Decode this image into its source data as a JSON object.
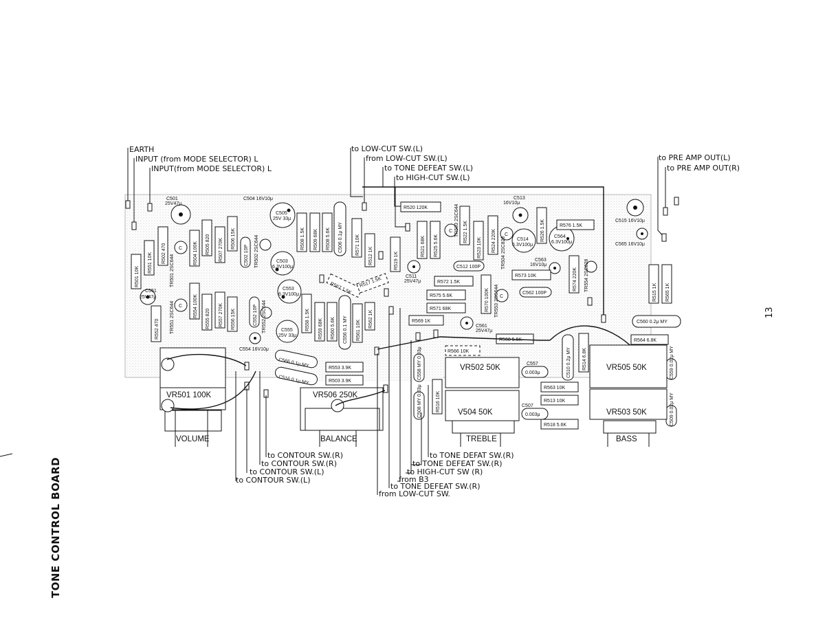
{
  "page": {
    "title": "TONE CONTROL BOARD",
    "page_number": "13"
  },
  "top_labels": {
    "earth": "EARTH",
    "input_l1": "INPUT (from MODE SELECTOR) L",
    "input_l2": "INPUT(from MODE SELECTOR) L",
    "low_cut_out": "to LOW-CUT SW.(L)",
    "low_cut_in": "from LOW-CUT SW.(L)",
    "tone_defeat": "to TONE DEFEAT SW.(L)",
    "high_cut": "to HIGH-CUT SW.(L)",
    "pre_amp_l": "to PRE AMP OUT(L)",
    "pre_amp_r": "to PRE AMP OUT(R)"
  },
  "bottom_labels": {
    "contour_r1": "to CONTOUR SW.(R)",
    "contour_r2": "to CONTOUR SW.(R)",
    "contour_l1": "to CONTOUR SW.(L)",
    "contour_l2": "to CONTOUR SW.(L)",
    "tone_defat_r": "to TONE DEFAT SW.(R)",
    "tone_defeat_r1": "to TONE DEFEAT SW.(R)",
    "high_cut_r": "to HIGH-CUT SW (R)",
    "from_b3": "from B3",
    "tone_defeat_r2": "to TONE DEFEAT SW.(R)",
    "from_low_cut": "from LOW-CUT SW."
  },
  "controls": {
    "vr501": "VR501 100K",
    "volume": "VOLUME",
    "vr506": "VR506 250K",
    "balance": "BALANCE",
    "vr502": "VR502 50K",
    "v504": "V504 50K",
    "treble": "TREBLE",
    "vr505": "VR505 50K",
    "vr503": "VR503 50K",
    "bass": "BASS"
  },
  "components": {
    "c501": "C501",
    "c501v": "25V47μ",
    "c504": "C504 16V10μ",
    "c505": "C505",
    "c505v": "25V 33μ",
    "c503": "C503",
    "c503v": "6.3V100μ",
    "c553": "C553",
    "c553v": "6.3V100μ",
    "c555": "C555",
    "c555v": "25V 33μ",
    "c551": "C551",
    "c551v": "25V47μ",
    "c554": "C554 16V10μ",
    "c502": "C502 10P",
    "c552": "C552 10P",
    "c506": "C506 0.1μ MY",
    "c556": "C556 0.1 MY",
    "c566": "C566 0.1μ MY",
    "c516": "C516 0.1μ MY",
    "c511": "C511",
    "c511v": "25V47μ",
    "c561": "C561",
    "c561v": "25V47μ",
    "c512": "C512 100P",
    "c562": "C562 100P",
    "c513": "C513",
    "c513v": "16V10μ",
    "c514": "C514",
    "c514v": "6.3V100μ",
    "c564": "C564",
    "c564v": "6.3V100μ",
    "c563": "C563",
    "c563v": "16V10μ",
    "c515": "C515 16V10μ",
    "c565": "C565 16V10μ",
    "c560": "C560 0.2μ MY",
    "c510": "C510 0.2μ MY",
    "c557": "C557",
    "c557v": "0.003μ",
    "c507": "C507",
    "c507v": "0.003μ",
    "c558": "C558 MY 0.03μ",
    "c508": "C508 MY 0.03μ",
    "c559": "C559 0.02μ MY",
    "c509": "C509 0.02μ MY",
    "r501": "R501 10K",
    "r551": "R551 10K",
    "r502": "R502 470",
    "r552": "R552 470",
    "r504": "R504 100K",
    "r554": "R554 100K",
    "r505": "R505 820",
    "r555": "R555 820",
    "r507": "R507 270K",
    "r557": "R557 270K",
    "r506": "R506 15K",
    "r556": "R556 15K",
    "r508": "R508 1.5K",
    "r558": "R558 1.5K",
    "r509": "R509 68K",
    "r559": "R559 68K",
    "r510": "R508 5.6K",
    "r560": "R560 5.6K",
    "r571": "R571 10K",
    "r561": "R561 10K",
    "r512": "R512 1K",
    "r562": "R562 1K",
    "r519": "R519 1K",
    "r567": "R567 1.5K",
    "r517": "R517 1.5K",
    "r520": "R520 120K",
    "r521": "R521 68K",
    "r525": "R525 5.6K",
    "r522": "R522 1.5K",
    "r523": "R523 10K",
    "r524": "R524 220K",
    "r526": "R526 1.5K",
    "r576": "R576 1.5K",
    "r572": "R572 1.5K",
    "r575": "R575 5.6K",
    "r571b": "R571 68K",
    "r569": "R569 1K",
    "r570": "R570 100K",
    "r573": "R573 10K",
    "r574": "R574 220K",
    "r515": "R515 1K",
    "r565": "R565 1K",
    "r568": "R568 5.6K",
    "r566": "R566 10K",
    "r564": "R564 6.8K",
    "r514": "R514 6.8K",
    "r553": "R553 3.9K",
    "r503": "R503 3.9K",
    "r516": "R516 10K",
    "r563": "R563 10K",
    "r513": "R513 10K",
    "r518": "R518 5.6K",
    "tr501": "TR501 2SC644",
    "tr551": "TR551 2SC644",
    "tr502": "TR502 2SC644",
    "tr552": "TR552 2SC644",
    "tr503": "TR503 2SC644",
    "tr553": "TR553 2SC644",
    "tr504": "TR504 2SC828",
    "tr554": "TR554 2SC828"
  }
}
